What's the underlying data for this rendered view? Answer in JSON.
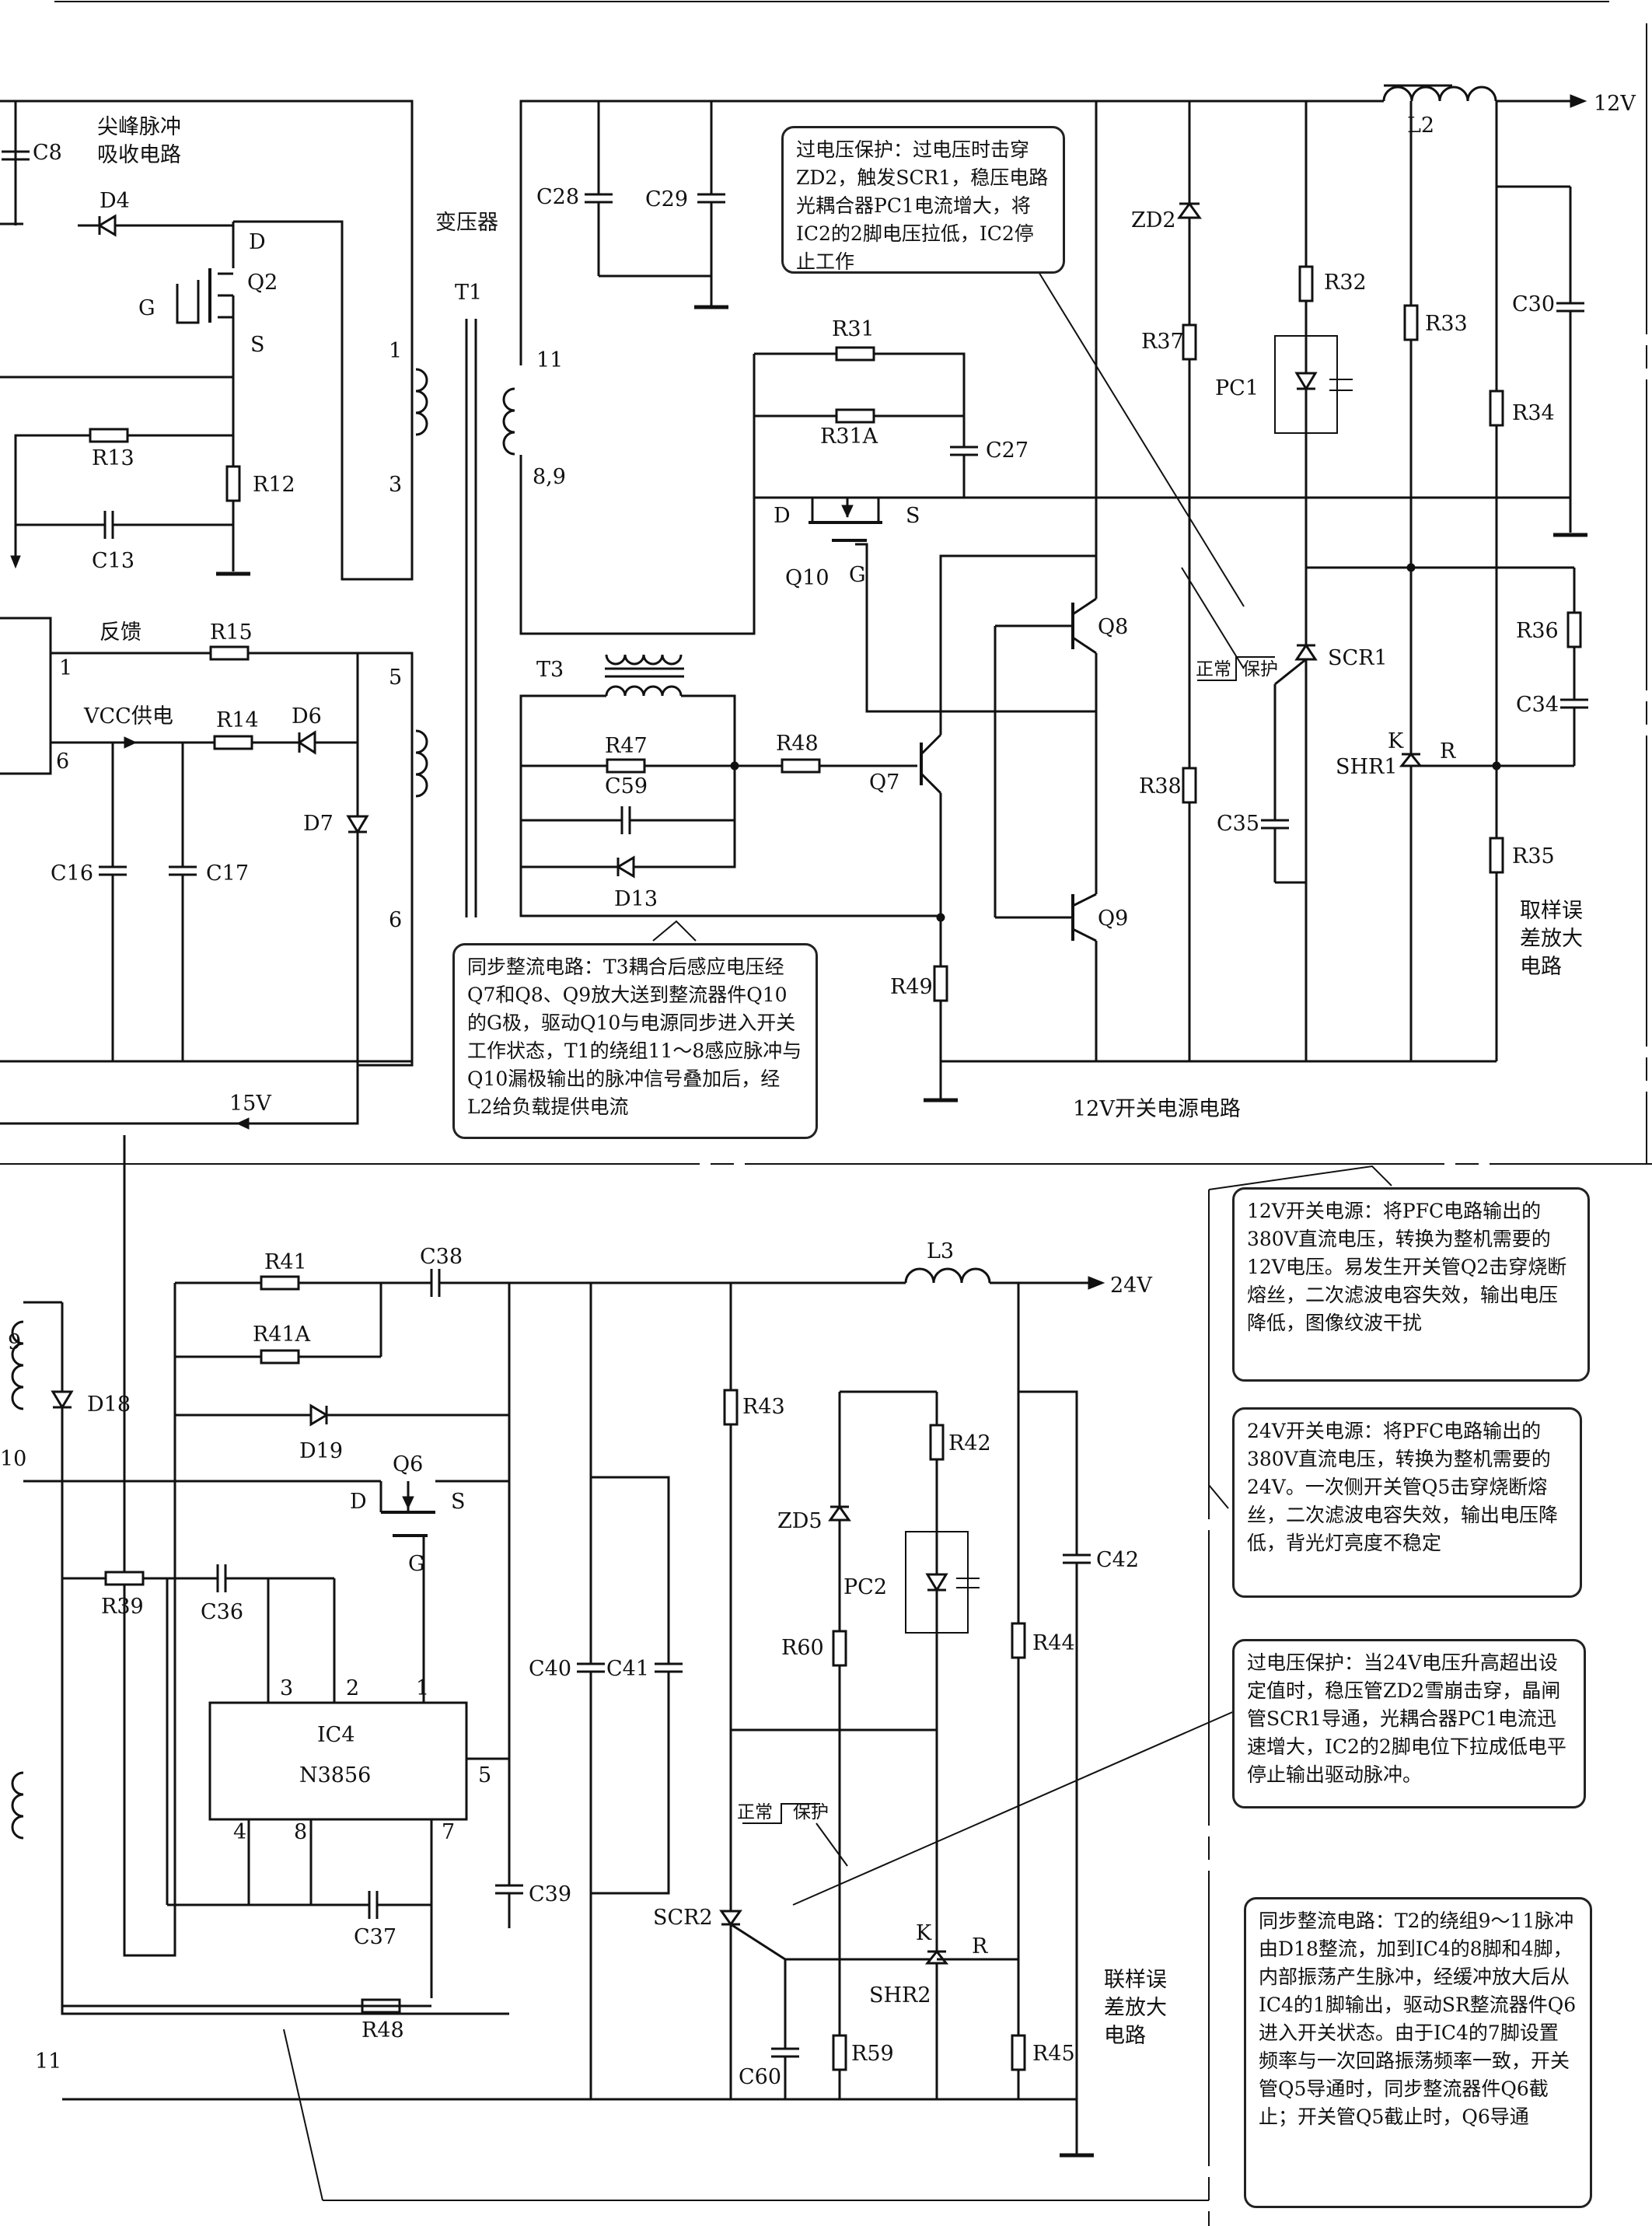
{
  "sections": {
    "top_title": "12V开关电源电路",
    "bottom_title": "联样误\n差放大\n电路",
    "spike_block": "尖峰脉冲\n吸收电路",
    "transformer": "变压器",
    "sampling": "取样误\n差放大\n电路"
  },
  "labels": {
    "out_12v": "12V",
    "out_24v": "24V",
    "v15": "15V",
    "feedback": "反馈",
    "vcc": "VCC供电",
    "normal": "正常",
    "protect": "保护",
    "normal2": "正常",
    "protect2": "保护",
    "pin1": "1",
    "pin3": "3",
    "pin5": "5",
    "pin6": "6",
    "ic_pin1": "1",
    "ic_pin6": "6",
    "t1_11": "11",
    "t1_89": "8,9",
    "t2_9": "9",
    "t2_10": "10",
    "t2_11": "11",
    "ic4_p3": "3",
    "ic4_p2": "2",
    "ic4_p1": "1",
    "ic4_p4": "4",
    "ic4_p8": "8",
    "ic4_p7": "7",
    "ic4_p5": "5",
    "k1": "K",
    "r1": "R",
    "k2": "K",
    "r2": "R",
    "d_q2": "D",
    "g_q2": "G",
    "s_q2": "S",
    "d_q10": "D",
    "s_q10": "S",
    "g_q10": "G",
    "d_q6": "D",
    "s_q6": "S",
    "g_q6": "G"
  },
  "components": {
    "C8": "C8",
    "D4": "D4",
    "Q2": "Q2",
    "R13": "R13",
    "R12": "R12",
    "C13": "C13",
    "R15": "R15",
    "R14": "R14",
    "D6": "D6",
    "D7": "D7",
    "C16": "C16",
    "C17": "C17",
    "T1": "T1",
    "C28": "C28",
    "C29": "C29",
    "R31": "R31",
    "R31A": "R31A",
    "C27": "C27",
    "Q10": "Q10",
    "T3": "T3",
    "R47": "R47",
    "C59": "C59",
    "D13": "D13",
    "R48": "R48",
    "Q7": "Q7",
    "Q8": "Q8",
    "Q9": "Q9",
    "R49": "R49",
    "L2": "L2",
    "ZD2": "ZD2",
    "R37": "R37",
    "R38": "R38",
    "C35": "C35",
    "R32": "R32",
    "PC1": "PC1",
    "SCR1": "SCR1",
    "SHR1": "SHR1",
    "R33": "R33",
    "R34": "R34",
    "C30": "C30",
    "R36": "R36",
    "C34": "C34",
    "R35": "R35",
    "R41": "R41",
    "C38": "C38",
    "R41A": "R41A",
    "D18": "D18",
    "D19": "D19",
    "Q6": "Q6",
    "R39": "R39",
    "C36": "C36",
    "IC4": "IC4",
    "N3856": "N3856",
    "C37": "C37",
    "R48b": "R48",
    "C39": "C39",
    "C40": "C40",
    "C41": "C41",
    "L3": "L3",
    "R43": "R43",
    "ZD5": "ZD5",
    "PC2": "PC2",
    "R60": "R60",
    "R42": "R42",
    "SCR2": "SCR2",
    "C60": "C60",
    "R59": "R59",
    "SHR2": "SHR2",
    "R44": "R44",
    "C42": "C42",
    "R45": "R45"
  },
  "callouts": {
    "ovp12": "过电压保护：过电压时击穿ZD2，触发SCR1，稳压电路光耦合器PC1电流增大，将IC2的2脚电压拉低，IC2停止工作",
    "sync12": "同步整流电路：T3耦合后感应电压经Q7和Q8、Q9放大送到整流器件Q10的G极，驱动Q10与电源同步进入开关工作状态，T1的绕组11～8感应脉冲与Q10漏极输出的脉冲信号叠加后，经L2给负载提供电流",
    "psu12": "12V开关电源：将PFC电路输出的380V直流电压，转换为整机需要的12V电压。易发生开关管Q2击穿烧断熔丝，二次滤波电容失效，输出电压降低，图像纹波干扰",
    "psu24": "24V开关电源：将PFC电路输出的380V直流电压，转换为整机需要的24V。一次侧开关管Q5击穿烧断熔丝，二次滤波电容失效，输出电压降低，背光灯亮度不稳定",
    "ovp24": "过电压保护：当24V电压升高超出设定值时，稳压管ZD2雪崩击穿，晶闸管SCR1导通，光耦合器PC1电流迅速增大，IC2的2脚电位下拉成低电平停止输出驱动脉冲。",
    "sync24": "同步整流电路：T2的绕组9～11脉冲由D18整流，加到IC4的8脚和4脚，内部振荡产生脉冲，经缓冲放大后从IC4的1脚输出，驱动SR整流器件Q6进入开关状态。由于IC4的7脚设置频率与一次回路振荡频率一致，开关管Q5导通时，同步整流器件Q6截止；开关管Q5截止时，Q6导通"
  }
}
